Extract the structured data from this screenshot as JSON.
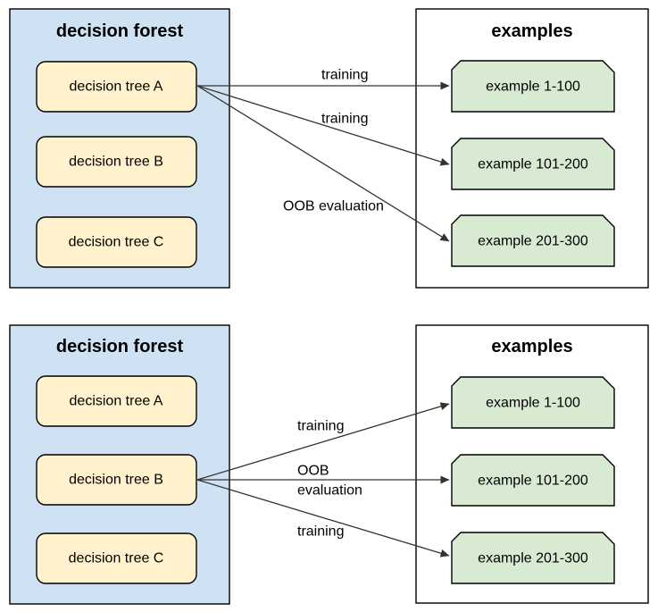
{
  "colors": {
    "background": "#ffffff",
    "forest_fill": "#cfe2f3",
    "tree_fill": "#fff2cc",
    "examples_fill": "#ffffff",
    "example_fill": "#d9ead3",
    "border": "#000000",
    "line": "#333333",
    "text": "#000000"
  },
  "panels": [
    {
      "forest": {
        "title": "decision forest",
        "trees": [
          "decision tree A",
          "decision tree B",
          "decision tree C"
        ]
      },
      "examples": {
        "title": "examples",
        "items": [
          "example 1-100",
          "example 101-200",
          "example 201-300"
        ]
      },
      "arrows": [
        {
          "from": "decision tree A",
          "to": "example 1-100",
          "label": "training",
          "label_lines": [
            "training"
          ]
        },
        {
          "from": "decision tree A",
          "to": "example 101-200",
          "label": "training",
          "label_lines": [
            "training"
          ]
        },
        {
          "from": "decision tree A",
          "to": "example 201-300",
          "label": "OOB evaluation",
          "label_lines": [
            "OOB evaluation"
          ]
        }
      ]
    },
    {
      "forest": {
        "title": "decision forest",
        "trees": [
          "decision tree A",
          "decision tree B",
          "decision tree C"
        ]
      },
      "examples": {
        "title": "examples",
        "items": [
          "example 1-100",
          "example 101-200",
          "example 201-300"
        ]
      },
      "arrows": [
        {
          "from": "decision tree B",
          "to": "example 1-100",
          "label": "training",
          "label_lines": [
            "training"
          ]
        },
        {
          "from": "decision tree B",
          "to": "example 101-200",
          "label": "OOB evaluation",
          "label_lines": [
            "OOB",
            "evaluation"
          ]
        },
        {
          "from": "decision tree B",
          "to": "example 201-300",
          "label": "training",
          "label_lines": [
            "training"
          ]
        }
      ]
    }
  ]
}
